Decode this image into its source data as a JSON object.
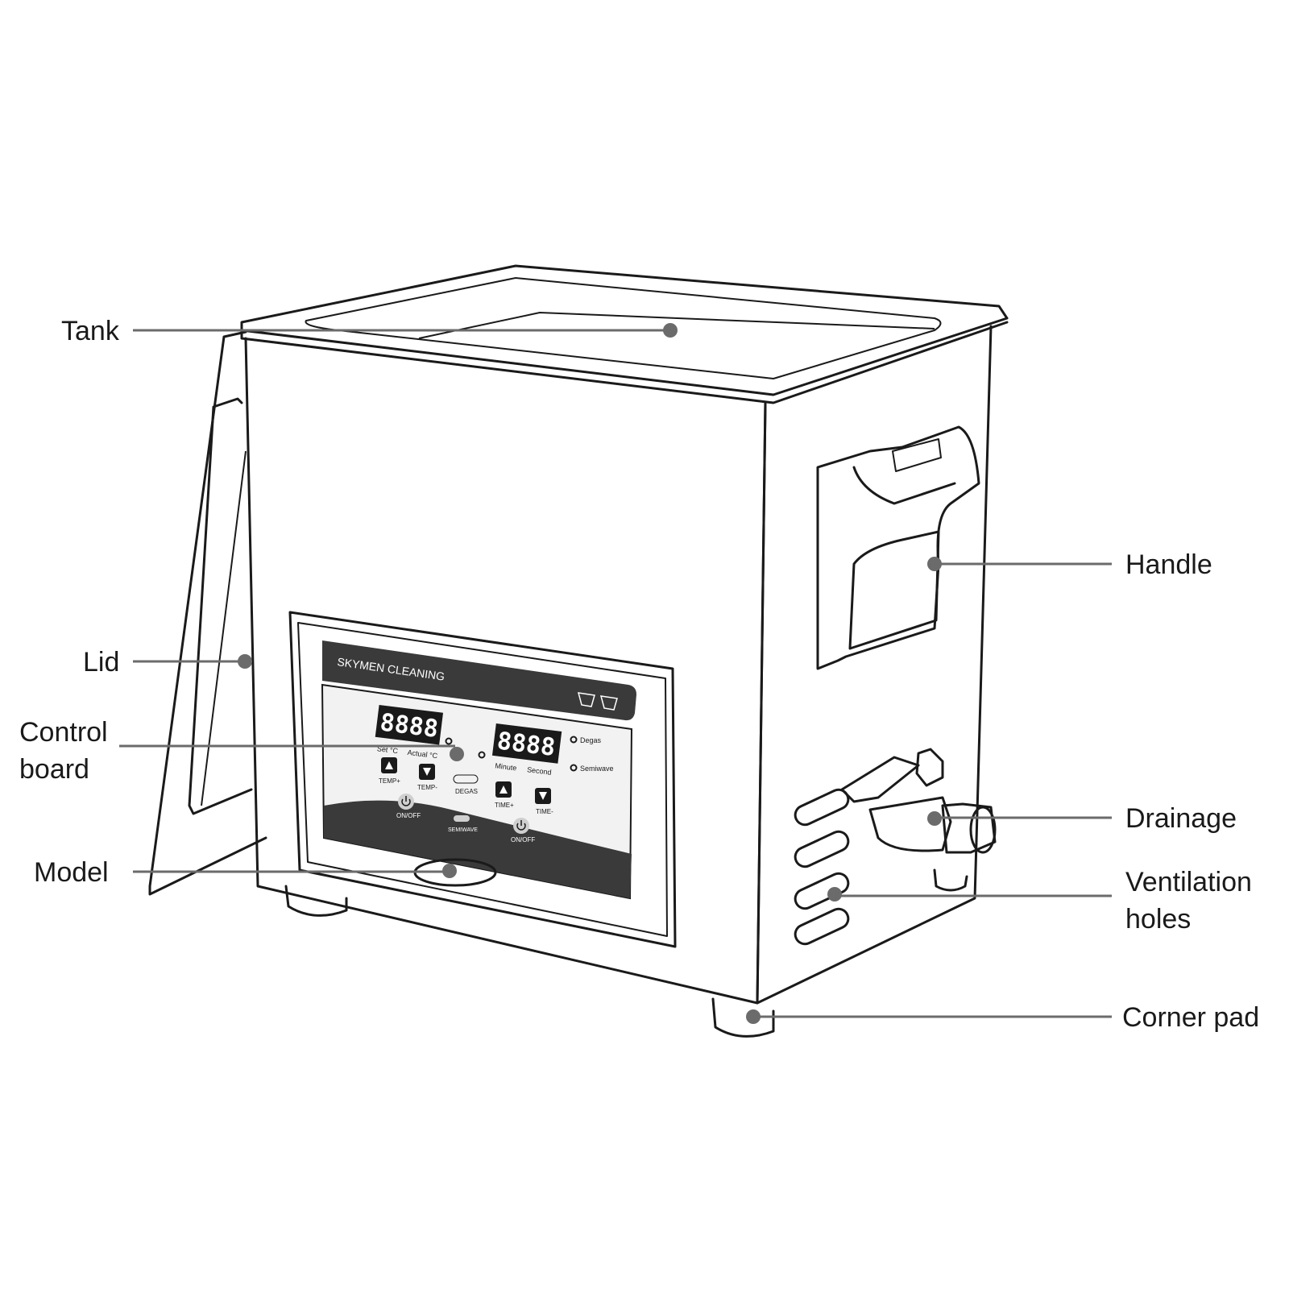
{
  "callouts": {
    "tank": {
      "label": "Tank"
    },
    "lid": {
      "label": "Lid"
    },
    "control_board": {
      "line1": "Control",
      "line2": "board"
    },
    "model": {
      "label": "Model"
    },
    "handle": {
      "label": "Handle"
    },
    "drainage": {
      "label": "Drainage"
    },
    "ventilation_holes": {
      "line1": "Ventilation",
      "line2": "holes"
    },
    "corner_pad": {
      "label": "Corner pad"
    }
  },
  "panel": {
    "brand": "SKYMEN CLEANING",
    "temp_display": {
      "digits": "8888",
      "label_set": "Set °C",
      "label_actual": "Actual °C"
    },
    "time_display": {
      "digits": "8888",
      "label_minute": "Minute",
      "label_second": "Second"
    },
    "modes": {
      "degas": "Degas",
      "semiwave": "Semiwave"
    },
    "buttons": {
      "temp_up": "TEMP+",
      "temp_down": "TEMP-",
      "degas": "DEGAS",
      "time_up": "TIME+",
      "time_down": "TIME-",
      "onoff_left": "ON/OFF",
      "semiwave": "SEMIWAVE",
      "onoff_right": "ON/OFF"
    }
  },
  "colors": {
    "line": "#1a1a1a",
    "leader": "#6b6b6b",
    "panel_dark": "#3a3a3a",
    "panel_light": "#f2f2f2"
  }
}
